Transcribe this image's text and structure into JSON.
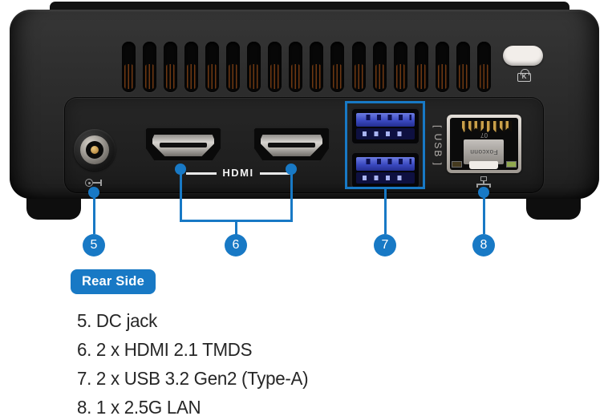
{
  "colors": {
    "accent": "#1879c5"
  },
  "device": {
    "vent_count": 18,
    "kensington_label": "K",
    "hdmi_label": "HDMI",
    "usb_label": "[ USB ]",
    "lan": {
      "brand": "Foxconn",
      "code": "07"
    }
  },
  "callouts": [
    {
      "num": "5"
    },
    {
      "num": "6"
    },
    {
      "num": "7"
    },
    {
      "num": "8"
    }
  ],
  "badge": {
    "label": "Rear Side"
  },
  "legend": {
    "items": [
      {
        "text": "5. DC jack"
      },
      {
        "text": "6. 2 x HDMI 2.1 TMDS"
      },
      {
        "text": "7. 2 x USB 3.2 Gen2 (Type-A)"
      },
      {
        "text": "8. 1 x 2.5G LAN"
      }
    ]
  }
}
